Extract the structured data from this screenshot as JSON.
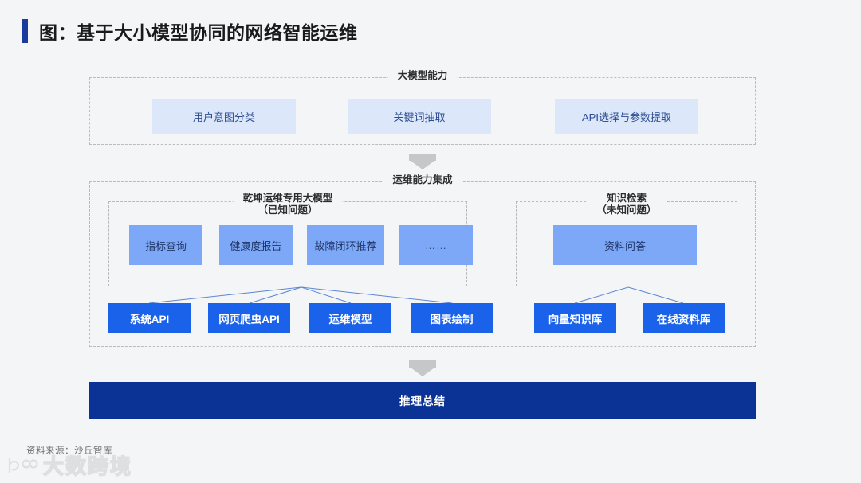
{
  "title": {
    "text": "图：基于大小模型协同的网络智能运维"
  },
  "sections": {
    "llm_capability": {
      "label": "大模型能力",
      "items": [
        {
          "label": "用户意图分类"
        },
        {
          "label": "关键词抽取"
        },
        {
          "label": "API选择与参数提取"
        }
      ]
    },
    "ops_integration": {
      "label": "运维能力集成",
      "subgroups": [
        {
          "label_line1": "乾坤运维专用大模型",
          "label_line2": "（已知问题）",
          "items": [
            {
              "label": "指标查询"
            },
            {
              "label": "健康度报告"
            },
            {
              "label": "故障闭环推荐"
            },
            {
              "label": "……"
            }
          ],
          "tools": [
            {
              "label": "系统API"
            },
            {
              "label": "网页爬虫API"
            },
            {
              "label": "运维模型"
            },
            {
              "label": "图表绘制"
            }
          ]
        },
        {
          "label_line1": "知识检索",
          "label_line2": "（未知问题）",
          "items": [
            {
              "label": "资料问答"
            }
          ],
          "tools": [
            {
              "label": "向量知识库"
            },
            {
              "label": "在线资料库"
            }
          ]
        }
      ]
    },
    "summary": {
      "label": "推理总结"
    }
  },
  "footer": {
    "source": "资料来源：沙丘智库",
    "watermark": "大数跨境"
  },
  "colors": {
    "accent_navy": "#1c3a9e",
    "banner_navy": "#0b3396",
    "box_solid_blue": "#1a62ea",
    "box_mid_blue": "#7da8f7",
    "box_pale_blue": "#dce8fa",
    "page_background": "#f4f5f6",
    "dashed_border": "#b9bbbd",
    "arrow_gray": "#c6c7c8"
  }
}
